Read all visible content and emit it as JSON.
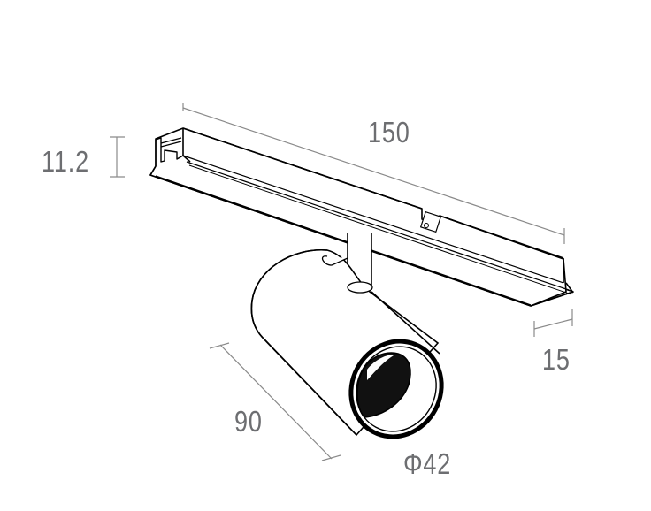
{
  "diagram": {
    "type": "technical-drawing",
    "subject": "track-mounted cylindrical spotlight",
    "colors": {
      "line": "#000000",
      "dimension_line": "#8a8a8a",
      "dimension_text": "#6d6e71",
      "background": "#ffffff"
    },
    "dimensions": {
      "track_length": "150",
      "track_height": "11.2",
      "track_width": "15",
      "body_length": "90",
      "body_diameter": "Φ42"
    }
  }
}
